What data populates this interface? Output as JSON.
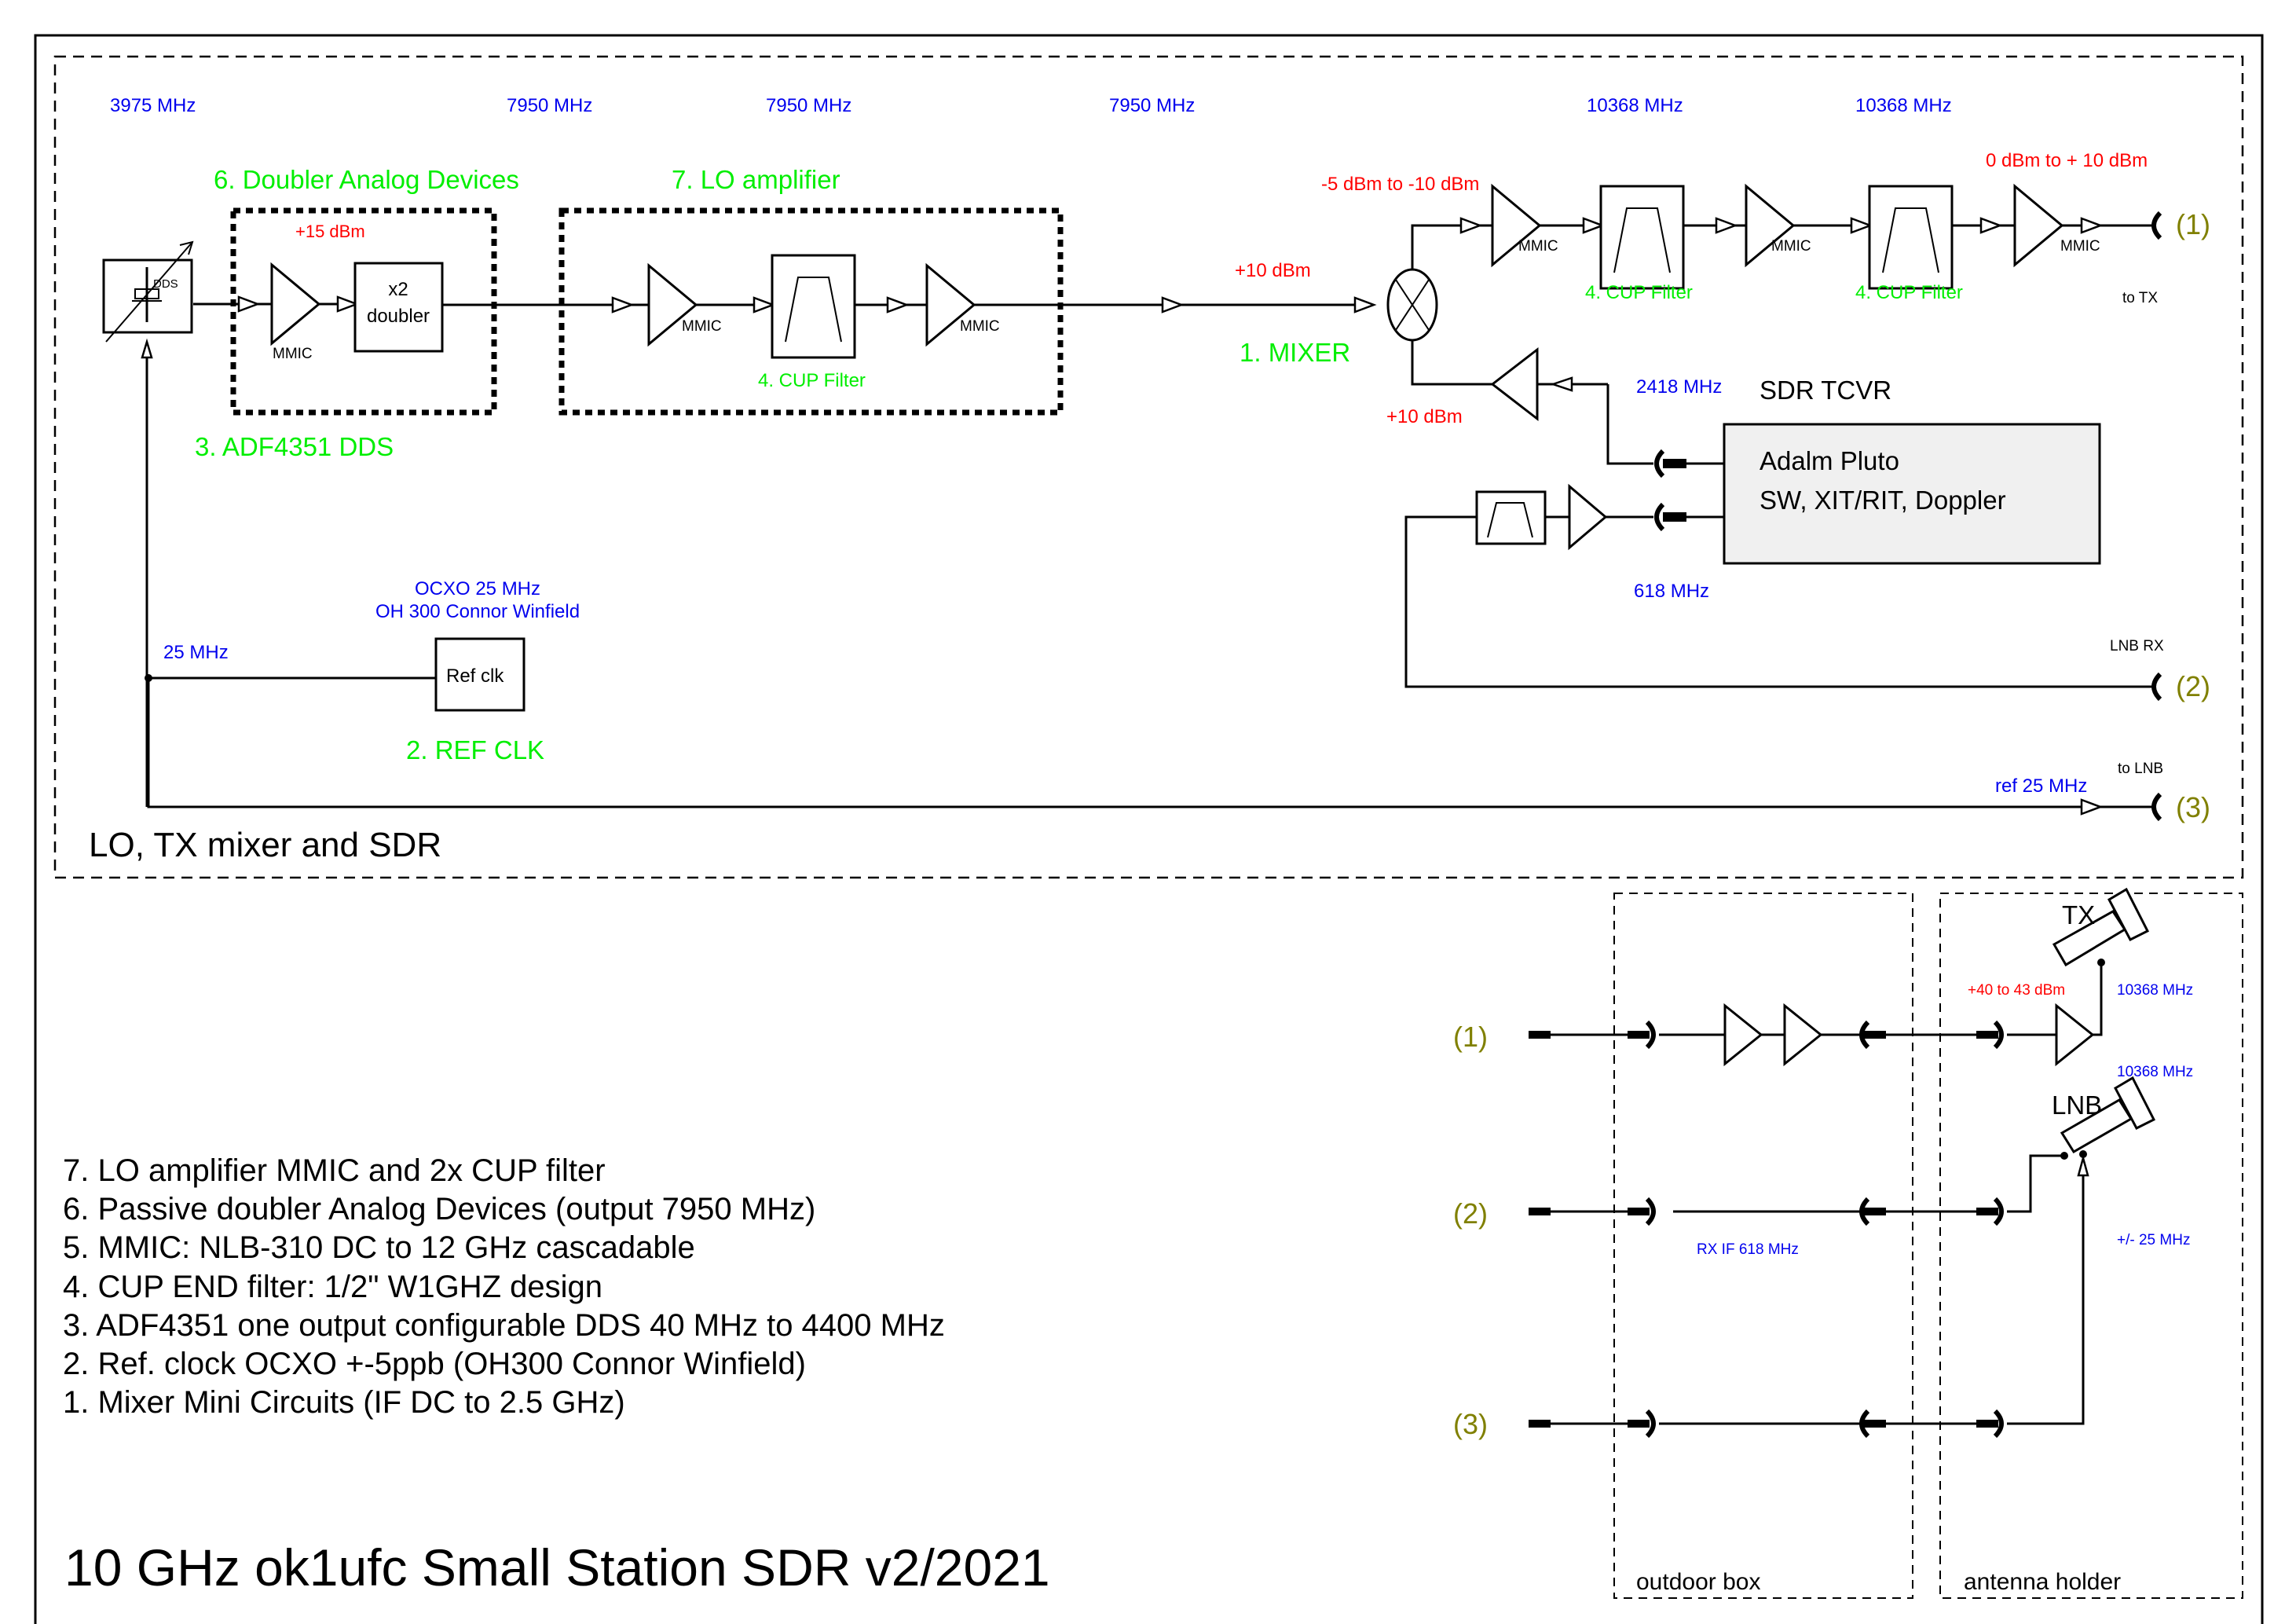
{
  "title": "10 GHz ok1ufc  Small Station SDR v2/2021",
  "colors": {
    "frequency": "#0000ee",
    "power": "#ff0000",
    "component_label": "#00ee00",
    "port_label": "#808000",
    "sdr_box_fill": "#f0f0f0"
  },
  "lo_section": {
    "title": "LO, TX mixer and SDR",
    "frequencies": {
      "dds_out": "3975 MHz",
      "doubler_out": "7950 MHz",
      "lo_amp_mid": "7950 MHz",
      "lo_to_mixer": "7950 MHz",
      "tx_stage1": "10368 MHz",
      "tx_stage2": "10368 MHz",
      "sdr_tx": "2418 MHz",
      "sdr_rx": "618 MHz",
      "ref_25": "25 MHz",
      "ref_out": "ref 25 MHz"
    },
    "power": {
      "doubler": "+15 dBm",
      "lo_into_mixer": "+10 dBm",
      "mixer_out": "-5 dBm to -10 dBm",
      "if_into_mixer": "+10 dBm",
      "tx_out": "0 dBm to + 10 dBm"
    },
    "components": {
      "doubler_group": "6. Doubler Analog Devices",
      "lo_amp_group": "7. LO amplifier",
      "dds": "3. ADF4351 DDS",
      "mixer": "1. MIXER",
      "ref_clk": "2. REF CLK",
      "cup_filter": "4. CUP Filter"
    },
    "blocks": {
      "dds_tag": "DDS",
      "doubler_line1": "x2",
      "doubler_line2": "doubler",
      "mmic": "MMIC",
      "ref_clk_box": "Ref clk",
      "ocxo_line1": "OCXO 25 MHz",
      "ocxo_line2": "OH 300 Connor Winfield",
      "sdr_title": "SDR TCVR",
      "sdr_line1": "Adalm Pluto",
      "sdr_line2": "SW, XIT/RIT, Doppler"
    },
    "ports": [
      {
        "id": "(1)",
        "caption": "to TX"
      },
      {
        "id": "(2)",
        "caption": "LNB RX"
      },
      {
        "id": "(3)",
        "caption": "to LNB"
      }
    ]
  },
  "legend": [
    "7. LO amplifier MMIC and 2x CUP filter",
    "6. Passive doubler Analog Devices (output 7950 MHz)",
    "5. MMIC: NLB-310 DC to 12 GHz cascadable",
    "4. CUP END filter: 1/2\" W1GHZ design",
    "3. ADF4351 one output configurable DDS 40 MHz to 4400 MHz",
    "2. Ref. clock OCXO +-5ppb (OH300 Connor Winfield)",
    "1. Mixer Mini Circuits (IF DC to 2.5 GHz)"
  ],
  "outdoor": {
    "ports": [
      "(1)",
      "(2)",
      "(3)"
    ],
    "outdoor_box_label": "outdoor box",
    "antenna_holder_label": "antenna holder",
    "tx_label": "TX",
    "lnb_label": "LNB",
    "tx_power": "+40 to 43 dBm",
    "tx_freq": "10368 MHz",
    "lnb_freq": "10368 MHz",
    "rx_if": "RX IF 618 MHz",
    "ref_offset": "+/- 25 MHz"
  }
}
